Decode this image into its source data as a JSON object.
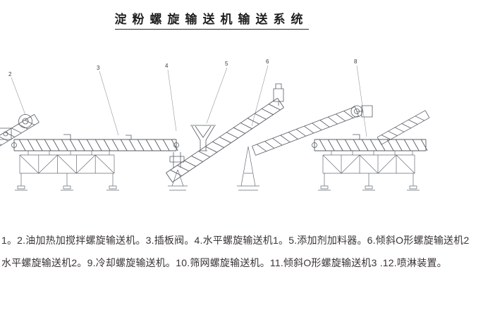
{
  "page": {
    "title": "淀粉螺旋输送机输送系统",
    "background": "#ffffff",
    "line_color": "#565c62",
    "text_color": "#2b2b2b"
  },
  "caption": {
    "line1": "1。2.油加热加搅拌螺旋输送机。3.插板阀。4.水平螺旋输送机1。5.添加剂加料器。6.倾斜O形螺旋输送机2",
    "line2": "水平螺旋输送机2。9.冷却螺旋输送机。10.筛网螺旋输送机。11.倾斜O形螺旋输送机3 .12.喷淋装置。"
  },
  "callouts": [
    {
      "label": "2"
    },
    {
      "label": "3"
    },
    {
      "label": "4"
    },
    {
      "label": "5"
    },
    {
      "label": "6"
    },
    {
      "label": "8"
    }
  ]
}
